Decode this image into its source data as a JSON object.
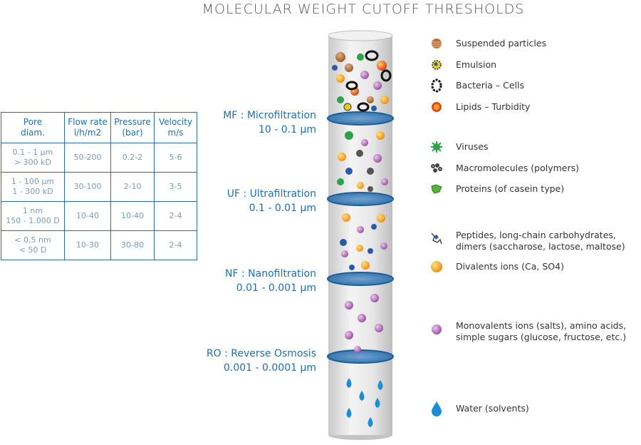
{
  "title": "MOLECULAR WEIGHT CUTOFF THRESHOLDS",
  "stages": [
    {
      "name": "MF : Microfiltration",
      "range": "10 - 0.1 µm"
    },
    {
      "name": "UF : Ultrafiltration",
      "range": "0.1 - 0.01 µm"
    },
    {
      "name": "NF : Nanofiltration",
      "range": "0.01 - 0.001 µm"
    },
    {
      "name": "RO : Reverse Osmosis",
      "range": "0.001 - 0.0001 µm"
    }
  ],
  "table": {
    "headers": [
      [
        "Pore",
        "diam."
      ],
      [
        "Flow rate",
        "l/h/m2"
      ],
      [
        "Pressure",
        "(bar)"
      ],
      [
        "Velocity",
        "m/s"
      ]
    ],
    "rows": [
      [
        [
          "0.1 - 1 µm",
          "> 300 kD"
        ],
        "50-200",
        "0.2-2",
        "5-6"
      ],
      [
        [
          "1 - 100 µm",
          "1 - 300 kD"
        ],
        "30-100",
        "2-10",
        "3-5"
      ],
      [
        [
          "1 nm",
          "150 - 1.000 D"
        ],
        "10-40",
        "10-40",
        "2-4"
      ],
      [
        [
          "< 0,5 nm",
          "< 50 D"
        ],
        "10-30",
        "30-80",
        "2-4"
      ]
    ]
  },
  "legend": [
    {
      "label": "Suspended particles",
      "icon": "suspended-particle-icon"
    },
    {
      "label": "Emulsion",
      "icon": "emulsion-icon"
    },
    {
      "label": "Bacteria – Cells",
      "icon": "bacteria-icon"
    },
    {
      "label": "Lipids – Turbidity",
      "icon": "lipid-icon"
    },
    {
      "label": "Viruses",
      "icon": "virus-icon"
    },
    {
      "label": "Macromolecules (polymers)",
      "icon": "macromolecule-icon"
    },
    {
      "label": "Proteins (of casein type)",
      "icon": "protein-icon"
    },
    {
      "label": "Peptides, long-chain carbohydrates, dimers (saccharose, lactose, maltose)",
      "icon": "peptide-icon"
    },
    {
      "label": "Divalents ions (Ca, SO4)",
      "icon": "divalent-ion-icon"
    },
    {
      "label": "Monovalents ions (salts), amino acids, simple sugars (glucose, fructose, etc.)",
      "icon": "monovalent-ion-icon"
    },
    {
      "label": "Water (solvents)",
      "icon": "water-drop-icon"
    }
  ],
  "colors": {
    "accent": "#1e6fad",
    "membrane": "#3f7fb8",
    "cylinder": "#dcdcdc",
    "suspended": "#b7733f",
    "emulsion": "#e8cc1a",
    "lipid": "#e24a1e",
    "virus": "#2ea24a",
    "protein": "#55b33a",
    "peptide": "#2a5aa8",
    "divalent": "#f3a51c",
    "monovalent": "#b06bb5",
    "water": "#1a8fd6"
  }
}
